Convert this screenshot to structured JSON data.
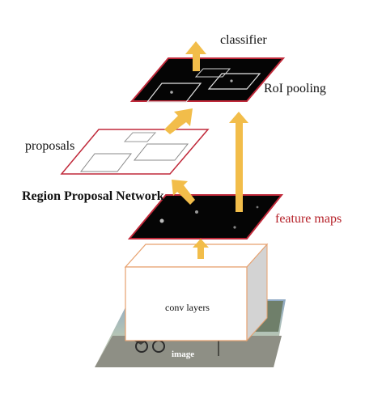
{
  "labels": {
    "classifier": "classifier",
    "roi_pooling": "RoI pooling",
    "proposals": "proposals",
    "rpn": "Region Proposal Network",
    "feature_maps": "feature maps",
    "conv_layers": "conv layers",
    "image": "image"
  },
  "colors": {
    "arrow": "#f2bd4a",
    "feature_map_border": "#c0293a",
    "feature_map_fill": "#050505",
    "feature_maps_text": "#b51f27",
    "conv_block_edge": "#e7a06d",
    "conv_block_side": "#d3d3d3"
  }
}
